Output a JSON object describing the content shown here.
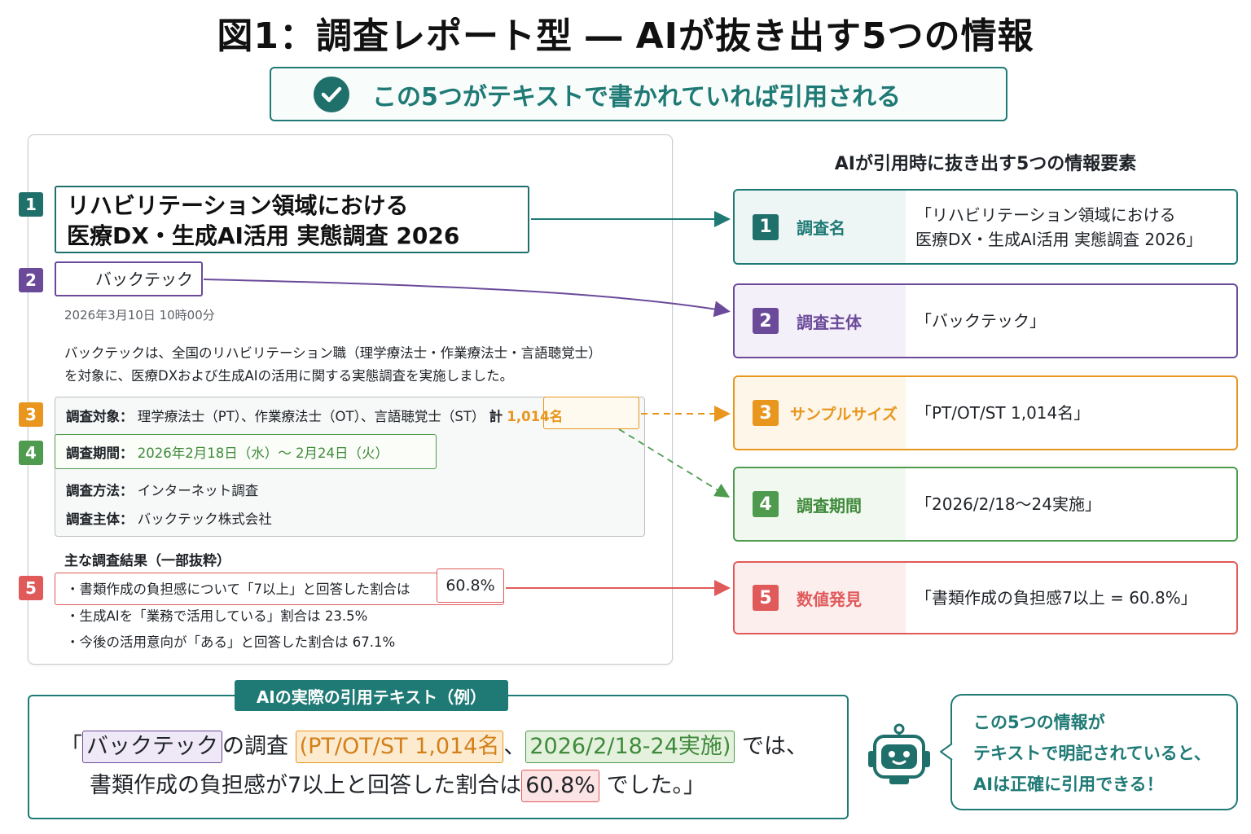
{
  "title": "図1：調査レポート型 ― AIが抜き出す5つの情報",
  "banner": {
    "text": "この5つがテキストで書かれていれば引用される",
    "icon": "check-circle-icon"
  },
  "document": {
    "title_line1": "リハビリテーション領域における",
    "title_line2": "医療DX・生成AI活用 実態調査 2026",
    "org": "バックテック",
    "date": "2026年3月10日 10時00分",
    "intro_line1": "バックテックは、全国のリハビリテーション職（理学療法士・作業療法士・言語聴覚士）",
    "intro_line2": "を対象に、医療DXおよび生成AIの活用に関する実態調査を実施しました。",
    "rows": {
      "target_label": "調査対象：",
      "target_value": "理学療法士（PT）、作業療法士（OT）、言語聴覚士（ST）",
      "sample_prefix": "計",
      "sample_value": "1,014名",
      "period_label": "調査期間：",
      "period_value": "2026年2月18日（水）～ 2月24日（火）",
      "method_label": "調査方法：",
      "method_value": "インターネット調査",
      "org_label": "調査主体：",
      "org_value": "バックテック株式会社"
    },
    "results_heading": "主な調査結果（一部抜粋）",
    "results": {
      "r1_text": "・書類作成の負担感について「7以上」と回答した割合は",
      "r1_value": "60.8%",
      "r2": "・生成AIを「業務で活用している」割合は 23.5%",
      "r3": "・今後の活用意向が「ある」と回答した割合は 67.1%"
    }
  },
  "badges": [
    "1",
    "2",
    "3",
    "4",
    "5"
  ],
  "elements_heading": "AIが引用時に抜き出す5つの情報要素",
  "cards": [
    {
      "num": "1",
      "label": "調査名",
      "value_line1": "「リハビリテーション領域における",
      "value_line2": "医療DX・生成AI活用 実態調査 2026」"
    },
    {
      "num": "2",
      "label": "調査主体",
      "value": "「バックテック」"
    },
    {
      "num": "3",
      "label": "サンプルサイズ",
      "value": "「PT/OT/ST 1,014名」"
    },
    {
      "num": "4",
      "label": "調査期間",
      "value": "「2026/2/18～24実施」"
    },
    {
      "num": "5",
      "label": "数値発見",
      "value": "「書類作成の負担感7以上 = 60.8%」"
    }
  ],
  "example": {
    "tag": "AIの実際の引用テキスト（例）",
    "open_quote": "「",
    "org": "バックテック",
    "text1": "の調査",
    "sample": "(PT/OT/ST 1,014名",
    "comma": "、",
    "period": "2026/2/18-24実施)",
    "text2": "では、",
    "line2_text": "書類作成の負担感が7以上と回答した割合は",
    "value": "60.8%",
    "line2_end": "でした。」"
  },
  "callout": {
    "line1": "この5つの情報が",
    "line2": "テキストで明記されていると、",
    "line3": "AIは正確に引用できる！",
    "icon": "robot-icon"
  },
  "colors": {
    "teal": "#1f7a75",
    "purple": "#6b4a9a",
    "orange": "#e8961e",
    "green": "#4e9a4e",
    "red": "#e05a5a"
  }
}
